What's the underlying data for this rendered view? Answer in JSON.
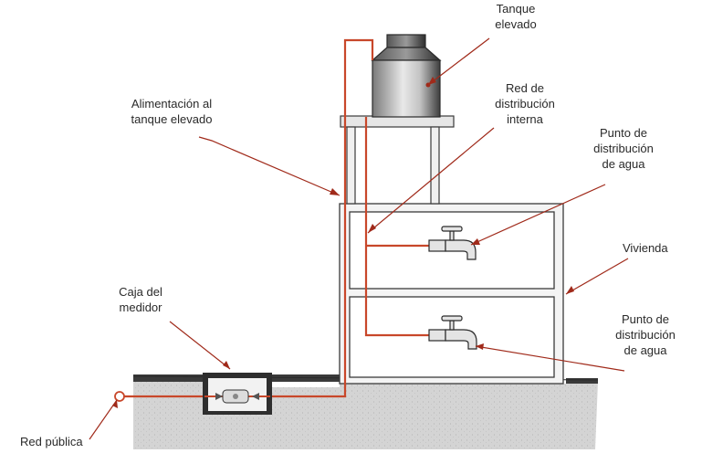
{
  "diagram": {
    "labels": {
      "tanque_elevado": [
        "Tanque",
        "elevado"
      ],
      "alimentacion": [
        "Alimentación al",
        "tanque elevado"
      ],
      "red_distribucion": [
        "Red de",
        "distribución",
        "interna"
      ],
      "punto_distribucion_top": [
        "Punto de",
        "distribución",
        "de agua"
      ],
      "vivienda": [
        "Vivienda"
      ],
      "caja_medidor": [
        "Caja del",
        "medidor"
      ],
      "punto_distribucion_bottom": [
        "Punto de",
        "distribución",
        "de agua"
      ],
      "red_publica": [
        "Red pública"
      ]
    },
    "colors": {
      "pipe": "#c8472a",
      "leader": "#a02a1a",
      "ground": "#d9d9d9",
      "outline": "#3a3a3a"
    }
  }
}
